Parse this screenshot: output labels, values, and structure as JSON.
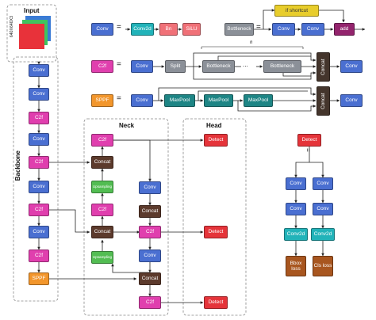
{
  "sections": {
    "input": "Input",
    "input_dims": "640X640X3",
    "backbone": "Backbone",
    "neck": "Neck",
    "head": "Head"
  },
  "backbone": [
    "Conv",
    "Conv",
    "C2f",
    "Conv",
    "C2f",
    "Conv",
    "C2f",
    "Conv",
    "C2f",
    "SPPF"
  ],
  "neck": {
    "c2f_top": "C2f",
    "concat_1": "Concat",
    "upsampling_1": "Upsampling",
    "c2f_2": "C2f",
    "concat_2": "Concat",
    "upsampling_2": "Upsampling",
    "conv_1": "Conv",
    "concat_3": "Concat",
    "c2f_mid": "C2f",
    "conv_2": "Conv",
    "concat_4": "Concat",
    "c2f_bottom": "C2f"
  },
  "head": [
    "Detect",
    "Detect",
    "Detect"
  ],
  "legend": {
    "conv": {
      "title": "Conv",
      "eq": "=",
      "parts": [
        "Conv2d",
        "Bn",
        "SiLU"
      ]
    },
    "bottleneck": {
      "title": "Bottleneck",
      "eq": "=",
      "shortcut": "if shortcut",
      "conv1": "Conv",
      "conv2": "Conv",
      "add": "add"
    },
    "c2f": {
      "title": "C2f",
      "eq": "=",
      "conv_in": "Conv",
      "split": "Split",
      "bottleneck1": "Bottleneck",
      "dots": "...",
      "bottleneck2": "Bottleneck",
      "n": "n",
      "concat": "Concat",
      "conv_out": "Conv"
    },
    "sppf": {
      "title": "SPPF",
      "eq": "=",
      "conv_in": "Conv",
      "pools": [
        "MaxPool",
        "MaxPool",
        "MaxPool"
      ],
      "concat": "Concat",
      "conv_out": "Conv"
    },
    "detect": {
      "title": "Detect",
      "eq": "=",
      "left": [
        "Conv",
        "Conv",
        "Conv2d",
        "Bbox loss"
      ],
      "right": [
        "Conv",
        "Conv",
        "Conv2d",
        "Cls loss"
      ]
    }
  },
  "colors": {
    "conv": "#4a6fd1",
    "c2f": "#e03fae",
    "concat": "#5c3a2c",
    "upsampling": "#52bd52",
    "detect": "#e5343a",
    "sppf": "#f2962c",
    "conv2d": "#22b3b9",
    "bn": "#f07178",
    "silu": "#f07178",
    "bottleneck": "#8b9098",
    "maxpool": "#1e8585",
    "shortcut": "#e8cd2c",
    "add": "#93246d",
    "loss": "#a8561f"
  }
}
